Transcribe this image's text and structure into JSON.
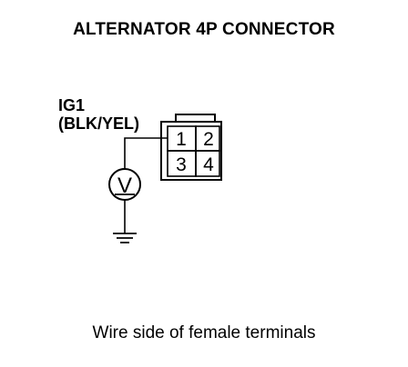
{
  "title": "ALTERNATOR 4P CONNECTOR",
  "signal": {
    "name": "IG1",
    "wire_color": "(BLK/YEL)"
  },
  "connector": {
    "terminals": [
      "1",
      "2",
      "3",
      "4"
    ],
    "measured_terminal": "1"
  },
  "meter": {
    "symbol": "V",
    "type": "voltmeter-icon"
  },
  "ground": {
    "type": "ground-icon"
  },
  "caption": "Wire side of female terminals",
  "colors": {
    "line": "#000000",
    "background": "#ffffff"
  }
}
